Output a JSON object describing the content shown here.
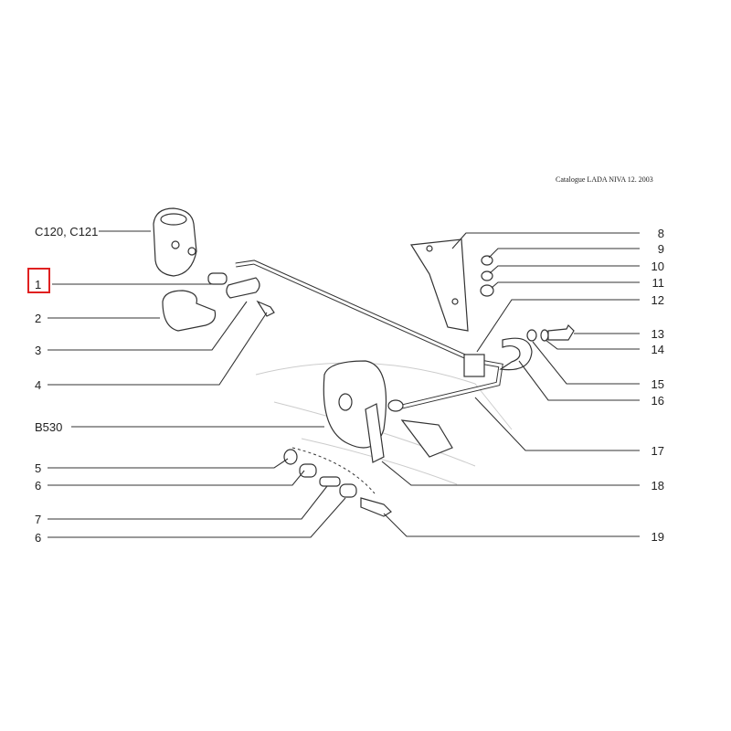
{
  "header": {
    "catalogue": "Catalogue LADA NIVA 12. 2003"
  },
  "highlight": {
    "label": "1",
    "color": "#e02020"
  },
  "callouts": [
    {
      "text": "C120, C121"
    },
    {
      "text": "1"
    },
    {
      "text": "2"
    },
    {
      "text": "3"
    },
    {
      "text": "4"
    },
    {
      "text": "B530"
    },
    {
      "text": "5"
    },
    {
      "text": "6"
    },
    {
      "text": "7"
    },
    {
      "text": "6"
    },
    {
      "text": "8"
    },
    {
      "text": "9"
    },
    {
      "text": "10"
    },
    {
      "text": "11"
    },
    {
      "text": "12"
    },
    {
      "text": "13"
    },
    {
      "text": "14"
    },
    {
      "text": "15"
    },
    {
      "text": "16"
    },
    {
      "text": "17"
    },
    {
      "text": "18"
    },
    {
      "text": "19"
    }
  ]
}
